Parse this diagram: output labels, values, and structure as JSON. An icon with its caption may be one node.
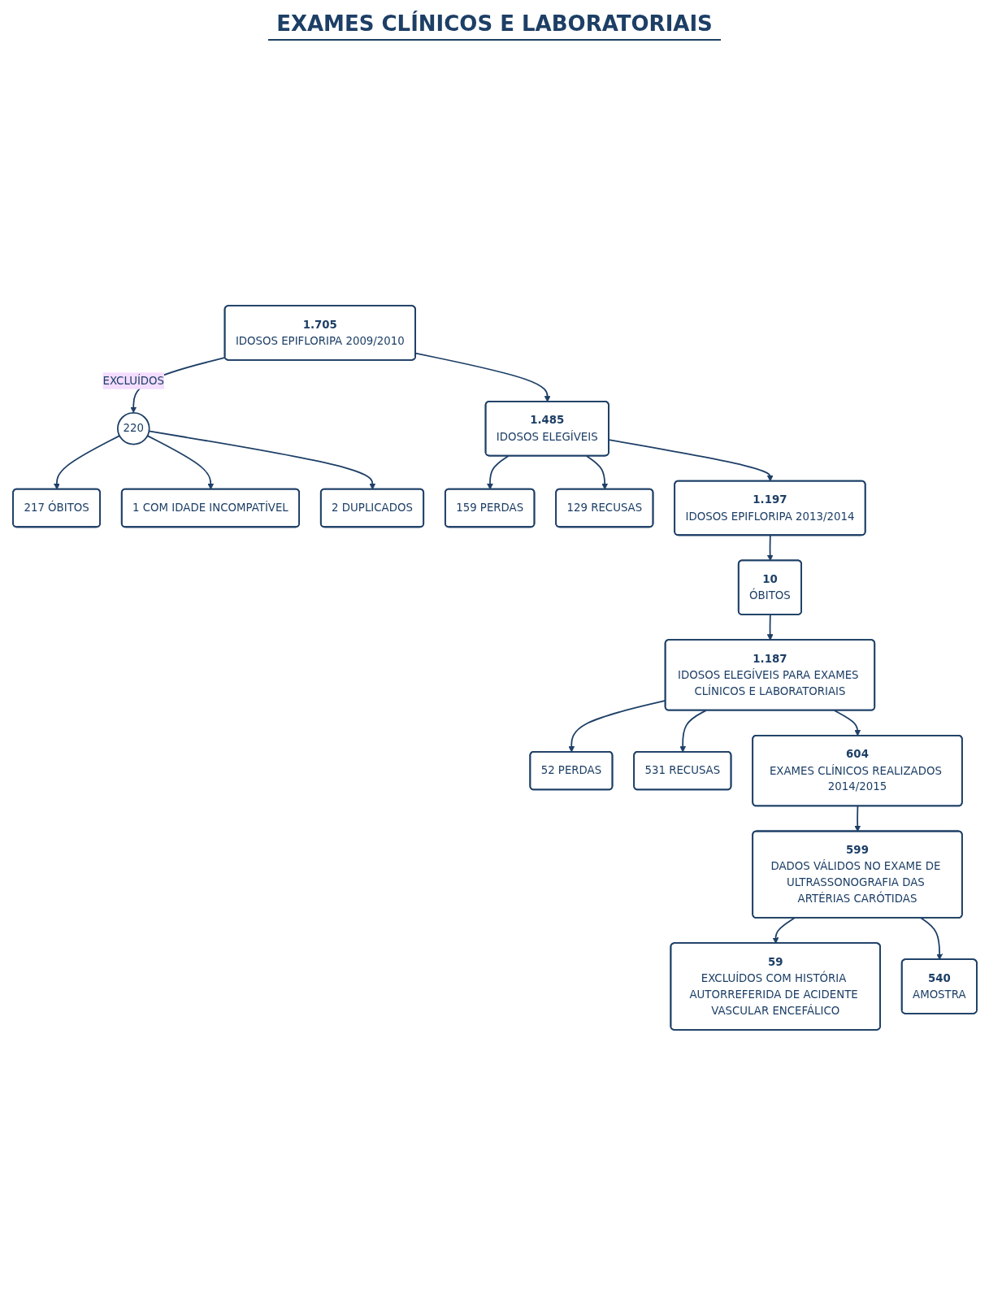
{
  "diagram": {
    "nodes": [
      {
        "text": [
          "1.705",
          "IDOSOS EPIFLORIPA 2009/2010"
        ]
      },
      {
        "text": [
          "220"
        ]
      },
      {
        "text": [
          "217 ÓBITOS"
        ]
      },
      {
        "text": [
          "1 COM IDADE INCOMPATÍVEL"
        ]
      },
      {
        "text": [
          "2 DUPLICADOS"
        ]
      },
      {
        "text": [
          "1.485",
          "IDOSOS ELEGÍVEIS"
        ]
      },
      {
        "text": [
          "159 PERDAS"
        ]
      },
      {
        "text": [
          "129 RECUSAS"
        ]
      },
      {
        "text": [
          "1.197",
          "IDOSOS EPIFLORIPA 2013/2014"
        ]
      },
      {
        "text": [
          "10",
          "ÓBITOS"
        ]
      },
      {
        "text": [
          "1.187",
          "IDOSOS ELEGÍVEIS PARA EXAMES CLÍNICOS E LABORATORIAIS"
        ]
      },
      {
        "text": [
          "52 PERDAS"
        ]
      },
      {
        "text": [
          "531 RECUSAS"
        ]
      },
      {
        "text": [
          "604",
          "EXAMES CLÍNICOS REALIZADOS 2014/2015"
        ]
      },
      {
        "text": [
          "599",
          "DADOS VÁLIDOS NO EXAME DE ULTRASSONOGRAFIA DAS ARTÉRIAS CARÓTIDAS"
        ]
      },
      {
        "text": [
          "59",
          "EXCLUÍDOS COM HISTÓRIA AUTORREFERIDA DE ACIDENTE VASCULAR ENCEFÁLICO"
        ]
      },
      {
        "text": [
          "540",
          "AMOSTRA"
        ]
      }
    ],
    "edges": [
      {
        "from": 0,
        "to": 5,
        "arrow": "to"
      },
      {
        "from": 0,
        "to": 1,
        "arrow": "to",
        "label": "EXCLUÍDOS"
      },
      {
        "from": 1,
        "to": 2,
        "arrow": "to"
      },
      {
        "from": 1,
        "to": 3,
        "arrow": "to"
      },
      {
        "from": 1,
        "to": 4,
        "arrow": "to"
      },
      {
        "from": 5,
        "to": 8,
        "arrow": "to"
      },
      {
        "from": 5,
        "to": 6,
        "arrow": "to"
      },
      {
        "from": 5,
        "to": 7,
        "arrow": "to"
      },
      {
        "from": 8,
        "to": 9,
        "arrow": "to"
      },
      {
        "from": 9,
        "to": 10,
        "arrow": "to"
      },
      {
        "from": 10,
        "to": 11,
        "arrow": "to"
      },
      {
        "from": 10,
        "to": 12,
        "arrow": "to"
      },
      {
        "from": 10,
        "to": 13,
        "arrow": "to"
      },
      {
        "from": 13,
        "to": 14,
        "arrow": "to"
      },
      {
        "from": 14,
        "to": 15,
        "arrow": "to"
      },
      {
        "from": 14,
        "to": 16,
        "arrow": "to"
      }
    ],
    "labels": [
      "EXAMES CLÍNICOS E LABORATORIAIS"
    ]
  }
}
